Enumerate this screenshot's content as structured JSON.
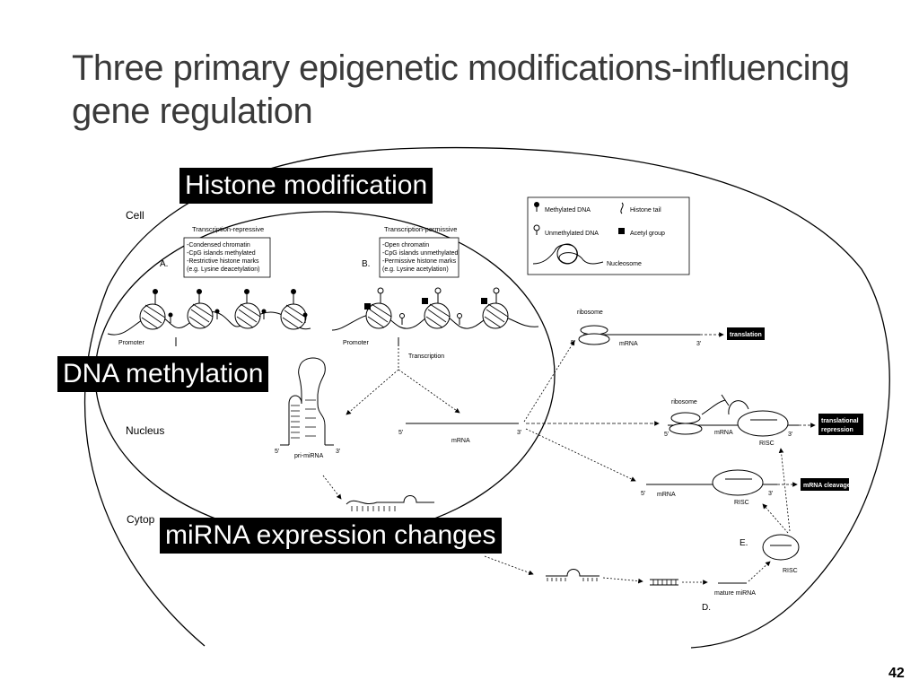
{
  "title": "Three primary epigenetic modifications-influencing gene regulation",
  "slide_number": "42",
  "overlay_labels": {
    "histone": "Histone modification",
    "dna_methylation": "DNA methylation",
    "mirna": "miRNA expression changes"
  },
  "diagram": {
    "cell": "Cell",
    "nucleus": "Nucleus",
    "cytoplasm_partial": "Cytop",
    "panel_a": {
      "heading": "Transcription-repressive",
      "letter": "A.",
      "lines": [
        "-Condensed chromatin",
        "-CpG islands methylated",
        "-Restrictive histone marks",
        "(e.g. Lysine deacetylation)"
      ],
      "promoter": "Promoter"
    },
    "panel_b": {
      "heading": "Transcription-permissive",
      "letter": "B.",
      "lines": [
        "-Open chromatin",
        "-CpG islands unmethylated",
        "-Permissive histone marks",
        "(e.g. Lysine acetylation)"
      ],
      "promoter": "Promoter",
      "transcription": "Transcription"
    },
    "legend": {
      "methylated": "Methylated DNA",
      "unmethylated": "Unmethylated DNA",
      "histone_tail": "Histone tail",
      "acetyl": "Acetyl group",
      "nucleosome": "Nucleosome"
    },
    "pri_mirna": "pri-miRNA",
    "mrna": "mRNA",
    "ribosome": "ribosome",
    "risc": "RISC",
    "mature_mirna": "mature miRNA",
    "translation": "translation",
    "translational_repression": [
      "translational",
      "repression"
    ],
    "mrna_cleavage": "mRNA cleavage",
    "five_prime": "5'",
    "three_prime": "3'",
    "letter_d": "D.",
    "letter_e": "E."
  }
}
